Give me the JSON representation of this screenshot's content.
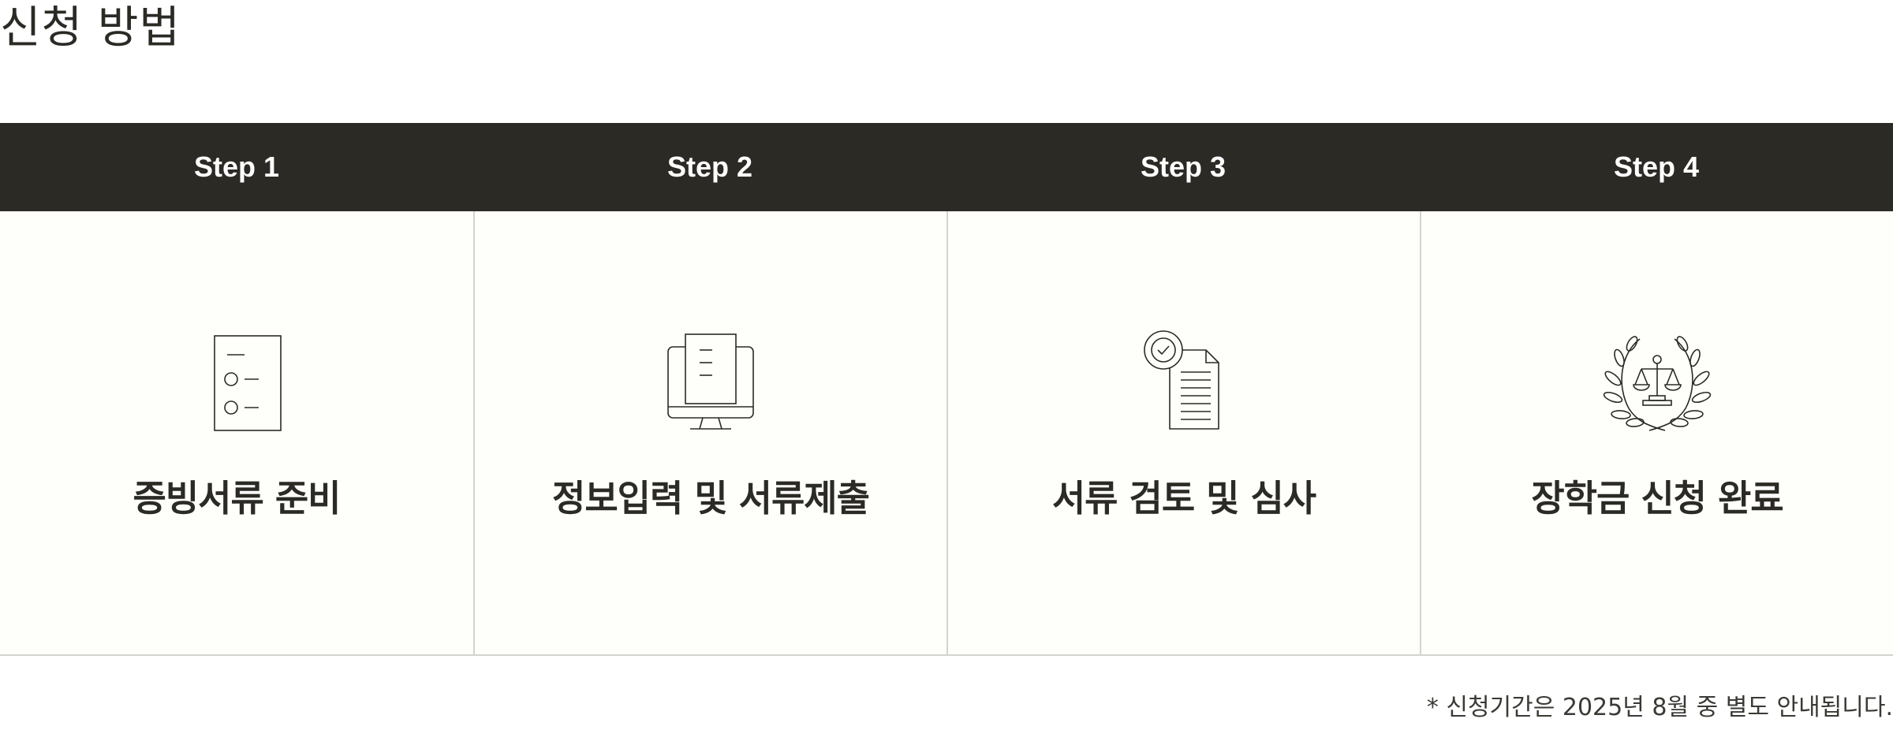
{
  "section": {
    "title": "신청 방법"
  },
  "steps": [
    {
      "header": "Step 1",
      "label": "증빙서류 준비",
      "icon": "checklist-document-icon"
    },
    {
      "header": "Step 2",
      "label": "정보입력 및 서류제출",
      "icon": "monitor-document-icon"
    },
    {
      "header": "Step 3",
      "label": "서류 검토 및 심사",
      "icon": "document-review-check-icon"
    },
    {
      "header": "Step 4",
      "label": "장학금 신청 완료",
      "icon": "laurel-scale-icon"
    }
  ],
  "footnote": "* 신청기간은 2025년 8월 중 별도 안내됩니다.",
  "colors": {
    "header_bg": "#2c2a25",
    "body_bg": "#fefefb",
    "divider": "#d4d3ce",
    "text": "#2b2a25"
  }
}
